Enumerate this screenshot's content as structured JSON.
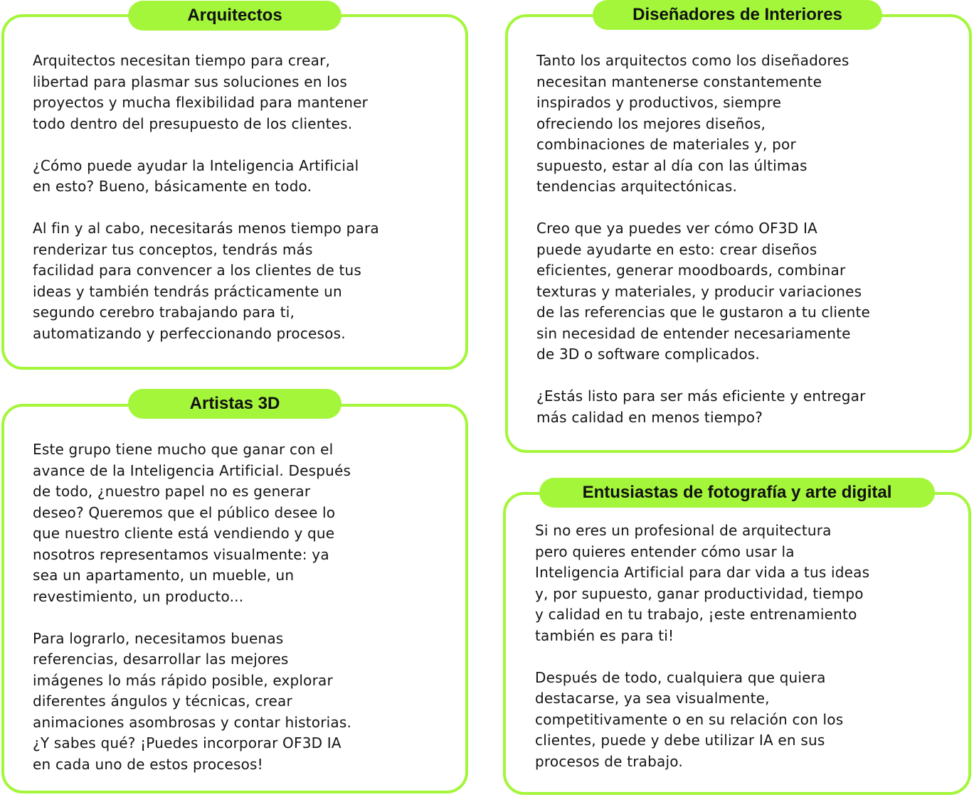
{
  "accent_color": "#a4f63a",
  "cards": [
    {
      "title": "Arquitectos",
      "paragraphs": [
        "Arquitectos necesitan tiempo para crear,\nlibertad para plasmar sus soluciones en los\nproyectos y mucha flexibilidad para mantener\ntodo dentro del presupuesto de los clientes.",
        "¿Cómo puede ayudar la Inteligencia Artificial\nen esto? Bueno, básicamente en todo.",
        "Al fin y al cabo, necesitarás menos tiempo para\nrenderizar tus conceptos, tendrás más\nfacilidad para convencer a los clientes de tus\nideas y también tendrás prácticamente un\nsegundo cerebro trabajando para ti,\nautomatizando y perfeccionando procesos."
      ]
    },
    {
      "title": "Artistas 3D",
      "paragraphs": [
        "Este grupo tiene mucho que ganar con el\navance de la Inteligencia Artificial. Después\nde todo, ¿nuestro papel no es generar\ndeseo? Queremos que el público desee lo\nque nuestro cliente está vendiendo y que\nnosotros representamos visualmente: ya\nsea un apartamento, un mueble, un\nrevestimiento, un producto...",
        "Para lograrlo, necesitamos buenas\nreferencias, desarrollar las mejores\nimágenes lo más rápido posible, explorar\ndiferentes ángulos y técnicas, crear\nanimaciones asombrosas y contar historias.\n¿Y sabes qué? ¡Puedes incorporar OF3D IA\nen cada uno de estos procesos!"
      ]
    },
    {
      "title": "Diseñadores de Interiores",
      "paragraphs": [
        "Tanto los arquitectos como los diseñadores\nnecesitan mantenerse constantemente\ninspirados y productivos, siempre\nofreciendo los mejores diseños,\ncombinaciones de materiales y, por\nsupuesto, estar al día con las últimas\ntendencias arquitectónicas.",
        "Creo que ya puedes ver cómo OF3D IA\npuede ayudarte en esto: crear diseños\neficientes, generar moodboards, combinar\ntexturas y materiales, y producir variaciones\nde las referencias que le gustaron a tu cliente\nsin necesidad de entender necesariamente\nde 3D o software complicados.",
        "¿Estás listo para ser más eficiente y entregar\nmás calidad en menos tiempo?"
      ]
    },
    {
      "title": "Entusiastas de fotografía y arte digital",
      "paragraphs": [
        "Si no eres un profesional de arquitectura\npero quieres entender cómo usar la\nInteligencia Artificial para dar vida a tus ideas\ny, por supuesto, ganar productividad, tiempo\ny calidad en tu trabajo, ¡este entrenamiento\ntambién es para ti!",
        "Después de todo, cualquiera que quiera\ndestacarse, ya sea visualmente,\ncompetitivamente o en su relación con los\nclientes, puede y debe utilizar IA en sus\nprocesos de trabajo."
      ]
    }
  ]
}
